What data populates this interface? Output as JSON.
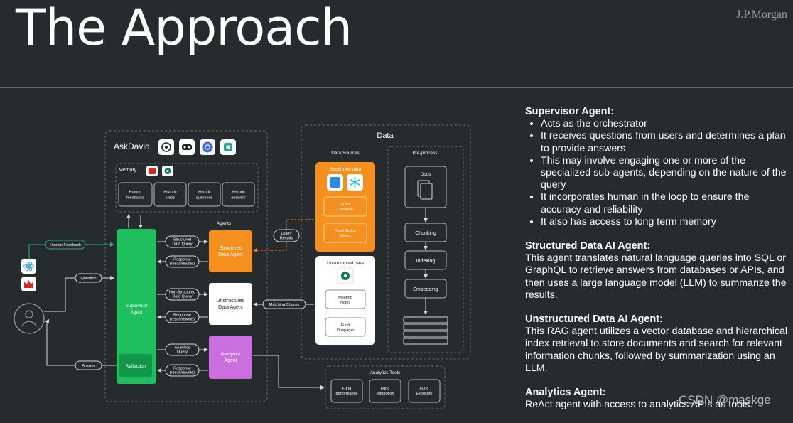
{
  "title": "The Approach",
  "brand": "J.P.Morgan",
  "watermark": "CSDN @maskge",
  "diagram": {
    "askdavid": "AskDavid",
    "memory": {
      "label": "Memory",
      "items": [
        "Human feedbacks",
        "Historic steps",
        "Historic questions",
        "Historic answers"
      ]
    },
    "agents_label": "Agents",
    "supervisor": "Supervisor Agent",
    "reflection": "Reflection",
    "human_feedback": "Human Feedback",
    "question": "Question",
    "answer": "Answer",
    "agents": {
      "structured": {
        "name": "Structured Data Agent",
        "query": "Structured Data Query",
        "response": "Response (result/rewrite)"
      },
      "unstructured": {
        "name": "Unstructured Data Agent",
        "query": "Non-Structured Data Query",
        "response": "Response (result/rewrite)"
      },
      "analytics": {
        "name": "Analytics Agent",
        "query": "Analytics Query",
        "response": "Response (result/rewrite)"
      }
    },
    "data": {
      "label": "Data",
      "sources_label": "Data Sources",
      "preprocess_label": "Pre-process",
      "structured_label": "Structured data",
      "structured_items": [
        "Fund Universe",
        "Fund Status History"
      ],
      "unstructured_label": "Unstructured data",
      "unstructured_items": [
        "Meeting Notes",
        "Fund Onepager"
      ],
      "query_results": "Query Results",
      "matching_chunks": "Matching Chunks",
      "steps": [
        "Docs",
        "Chunking",
        "Indexing",
        "Embedding"
      ]
    },
    "analytics_tools": {
      "label": "Analytics Tools",
      "items": [
        "Fund performance",
        "Fund Attribution",
        "Fund Exposure"
      ]
    }
  },
  "sections": [
    {
      "heading": "Supervisor Agent:",
      "bullets": [
        "Acts as the orchestrator",
        "It receives questions from users and determines a plan to provide answers",
        "This may involve engaging one or more of the specialized sub-agents, depending on the nature of the query",
        "It incorporates human in the loop to ensure the accuracy and reliability",
        "It also has access to long term memory"
      ]
    },
    {
      "heading": "Structured Data AI Agent:",
      "body": "This agent translates natural language queries into SQL or GraphQL to retrieve answers from databases or APIs, and then uses a large language model (LLM) to summarize the results."
    },
    {
      "heading": "Unstructured Data AI Agent:",
      "body": "This RAG agent utilizes a vector database and hierarchical index retrieval to store documents and search for relevant information chunks, followed by summarization using an LLM."
    },
    {
      "heading": "Analytics Agent:",
      "body": "ReAct agent with access to analytics APIs as tools."
    }
  ],
  "colors": {
    "background": "#262b2d",
    "supervisor": "#1fbf5f",
    "reflection": "#12974a",
    "structured": "#f5901e",
    "unstructured": "#ffffff",
    "analytics": "#cb6fe0",
    "human_feedback": "#27a7a0"
  },
  "icons": [
    "openai-icon",
    "llm-icon",
    "kubernetes-icon",
    "chat-icon",
    "redis-icon",
    "vector-db-icon",
    "database-icon",
    "snowflake-icon",
    "document-icon",
    "user-icon",
    "react-icon",
    "crown-icon"
  ]
}
